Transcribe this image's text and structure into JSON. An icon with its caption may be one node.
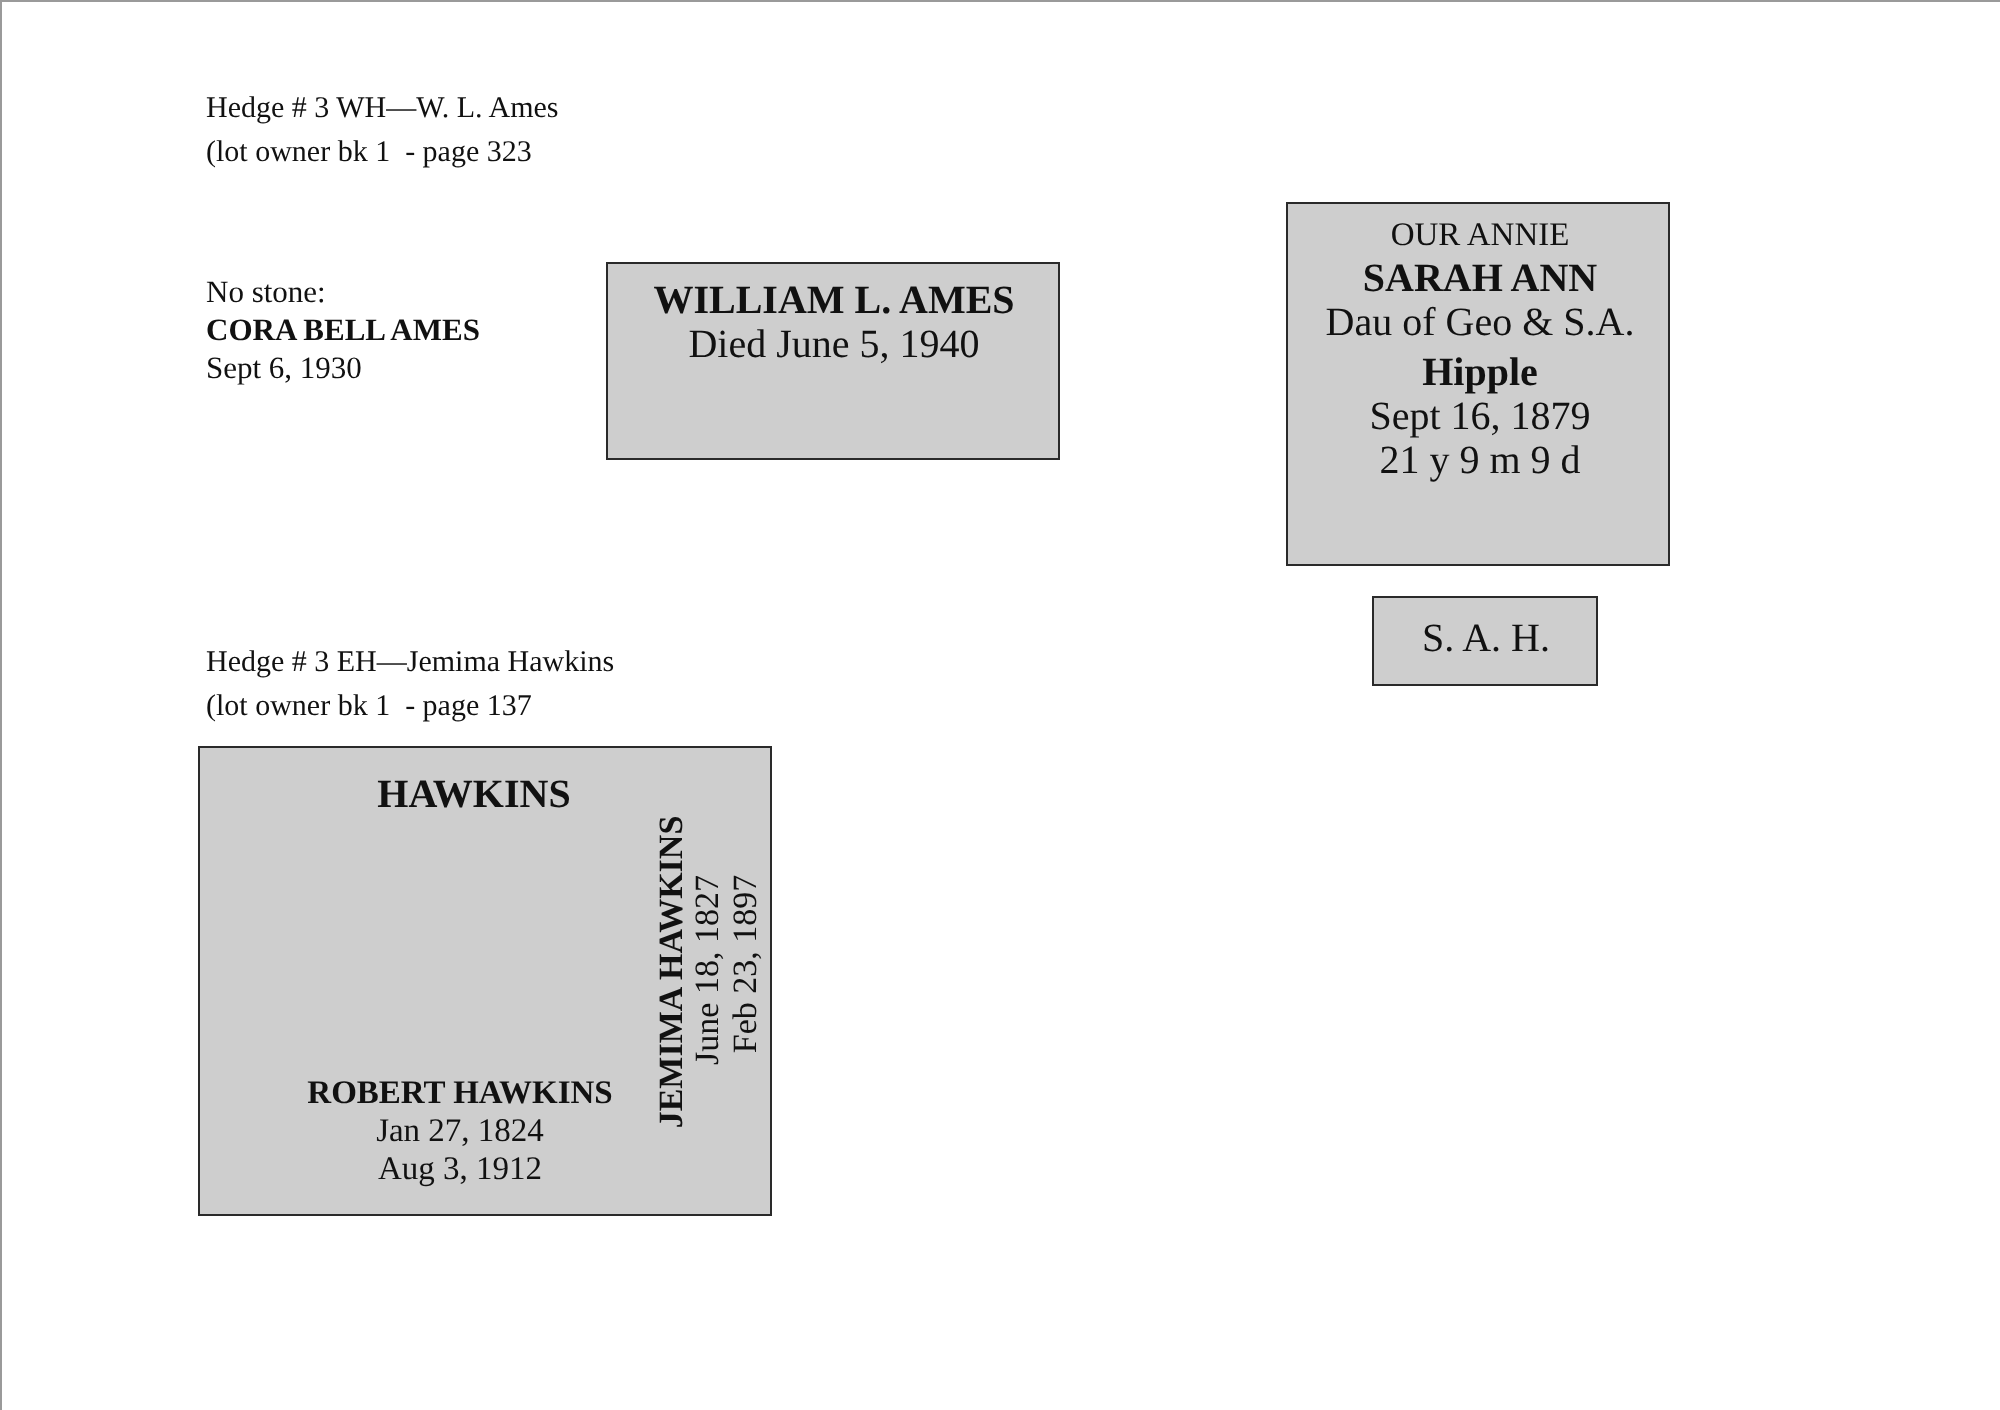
{
  "diagram": {
    "nodes": [
      {
        "text": [
          "WILLIAM L. AMES",
          "Died June 5, 1940"
        ]
      },
      {
        "text": [
          "OUR ANNIE",
          "SARAH ANN",
          "Dau of Geo & S.A.",
          "Hipple",
          "Sept 16, 1879",
          "21 y 9 m 9 d"
        ]
      },
      {
        "text": [
          "S. A. H."
        ]
      },
      {
        "text": [
          "HAWKINS",
          "ROBERT HAWKINS",
          "Jan 27, 1824",
          "Aug 3, 1912",
          "JEMIMA HAWKINS",
          "June 18, 1827",
          "Feb 23, 1897"
        ]
      }
    ],
    "labels": [
      "Hedge # 3 WH—W. L. Ames",
      "(lot owner bk 1  - page 323",
      "No stone:",
      "CORA BELL AMES",
      "Sept 6, 1930",
      "Hedge # 3 EH—Jemima Hawkins",
      "(lot owner bk 1  - page 137"
    ]
  }
}
